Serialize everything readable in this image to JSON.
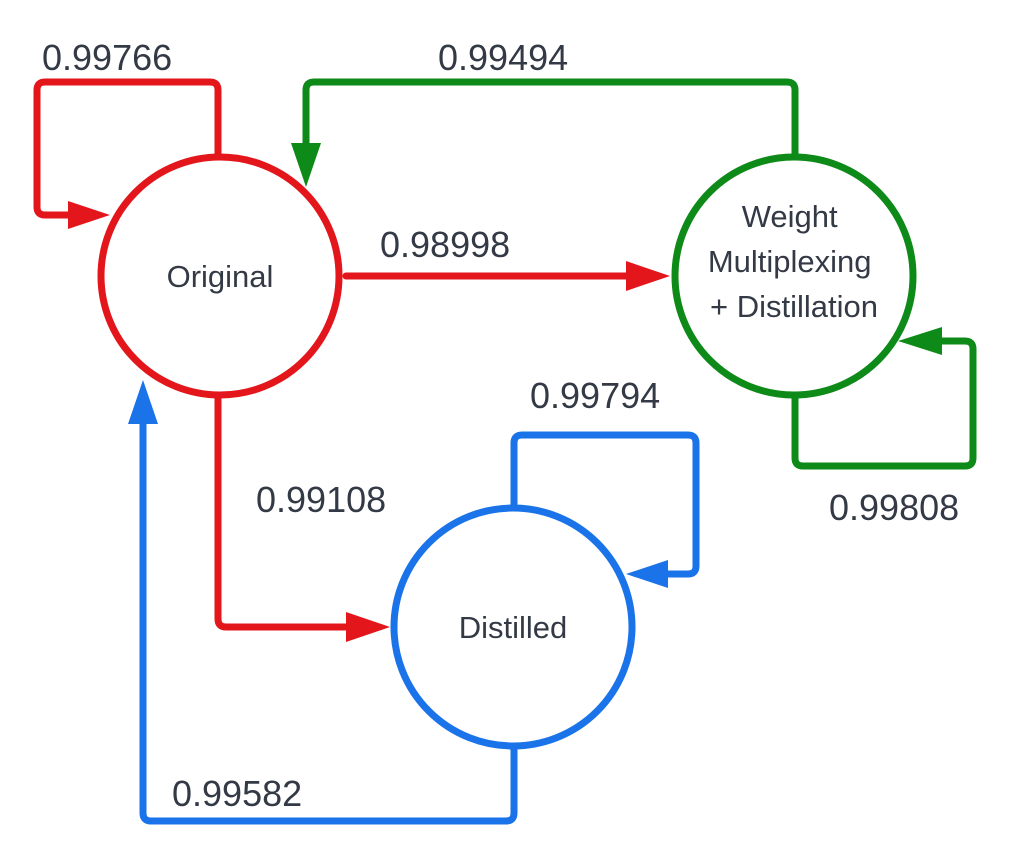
{
  "colors": {
    "original": "#e3161b",
    "distilled": "#1a73e8",
    "multiplexed": "#0d8a17",
    "text": "#333a45"
  },
  "nodes": {
    "original": {
      "label": "Original"
    },
    "distilled": {
      "label": "Distilled"
    },
    "multiplexed": {
      "lines": [
        "Weight",
        "Multiplexing",
        "+ Distillation"
      ]
    }
  },
  "edges": {
    "original_self": {
      "from": "Original",
      "to": "Original",
      "value": "0.99766"
    },
    "multiplexed_to_original": {
      "from": "Weight Multiplexing + Distillation",
      "to": "Original",
      "value": "0.99494"
    },
    "original_to_multiplexed": {
      "from": "Original",
      "to": "Weight Multiplexing + Distillation",
      "value": "0.98998"
    },
    "multiplexed_self": {
      "from": "Weight Multiplexing + Distillation",
      "to": "Weight Multiplexing + Distillation",
      "value": "0.99808"
    },
    "distilled_self": {
      "from": "Distilled",
      "to": "Distilled",
      "value": "0.99794"
    },
    "original_to_distilled": {
      "from": "Original",
      "to": "Distilled",
      "value": "0.99108"
    },
    "distilled_to_original": {
      "from": "Distilled",
      "to": "Original",
      "value": "0.99582"
    }
  }
}
